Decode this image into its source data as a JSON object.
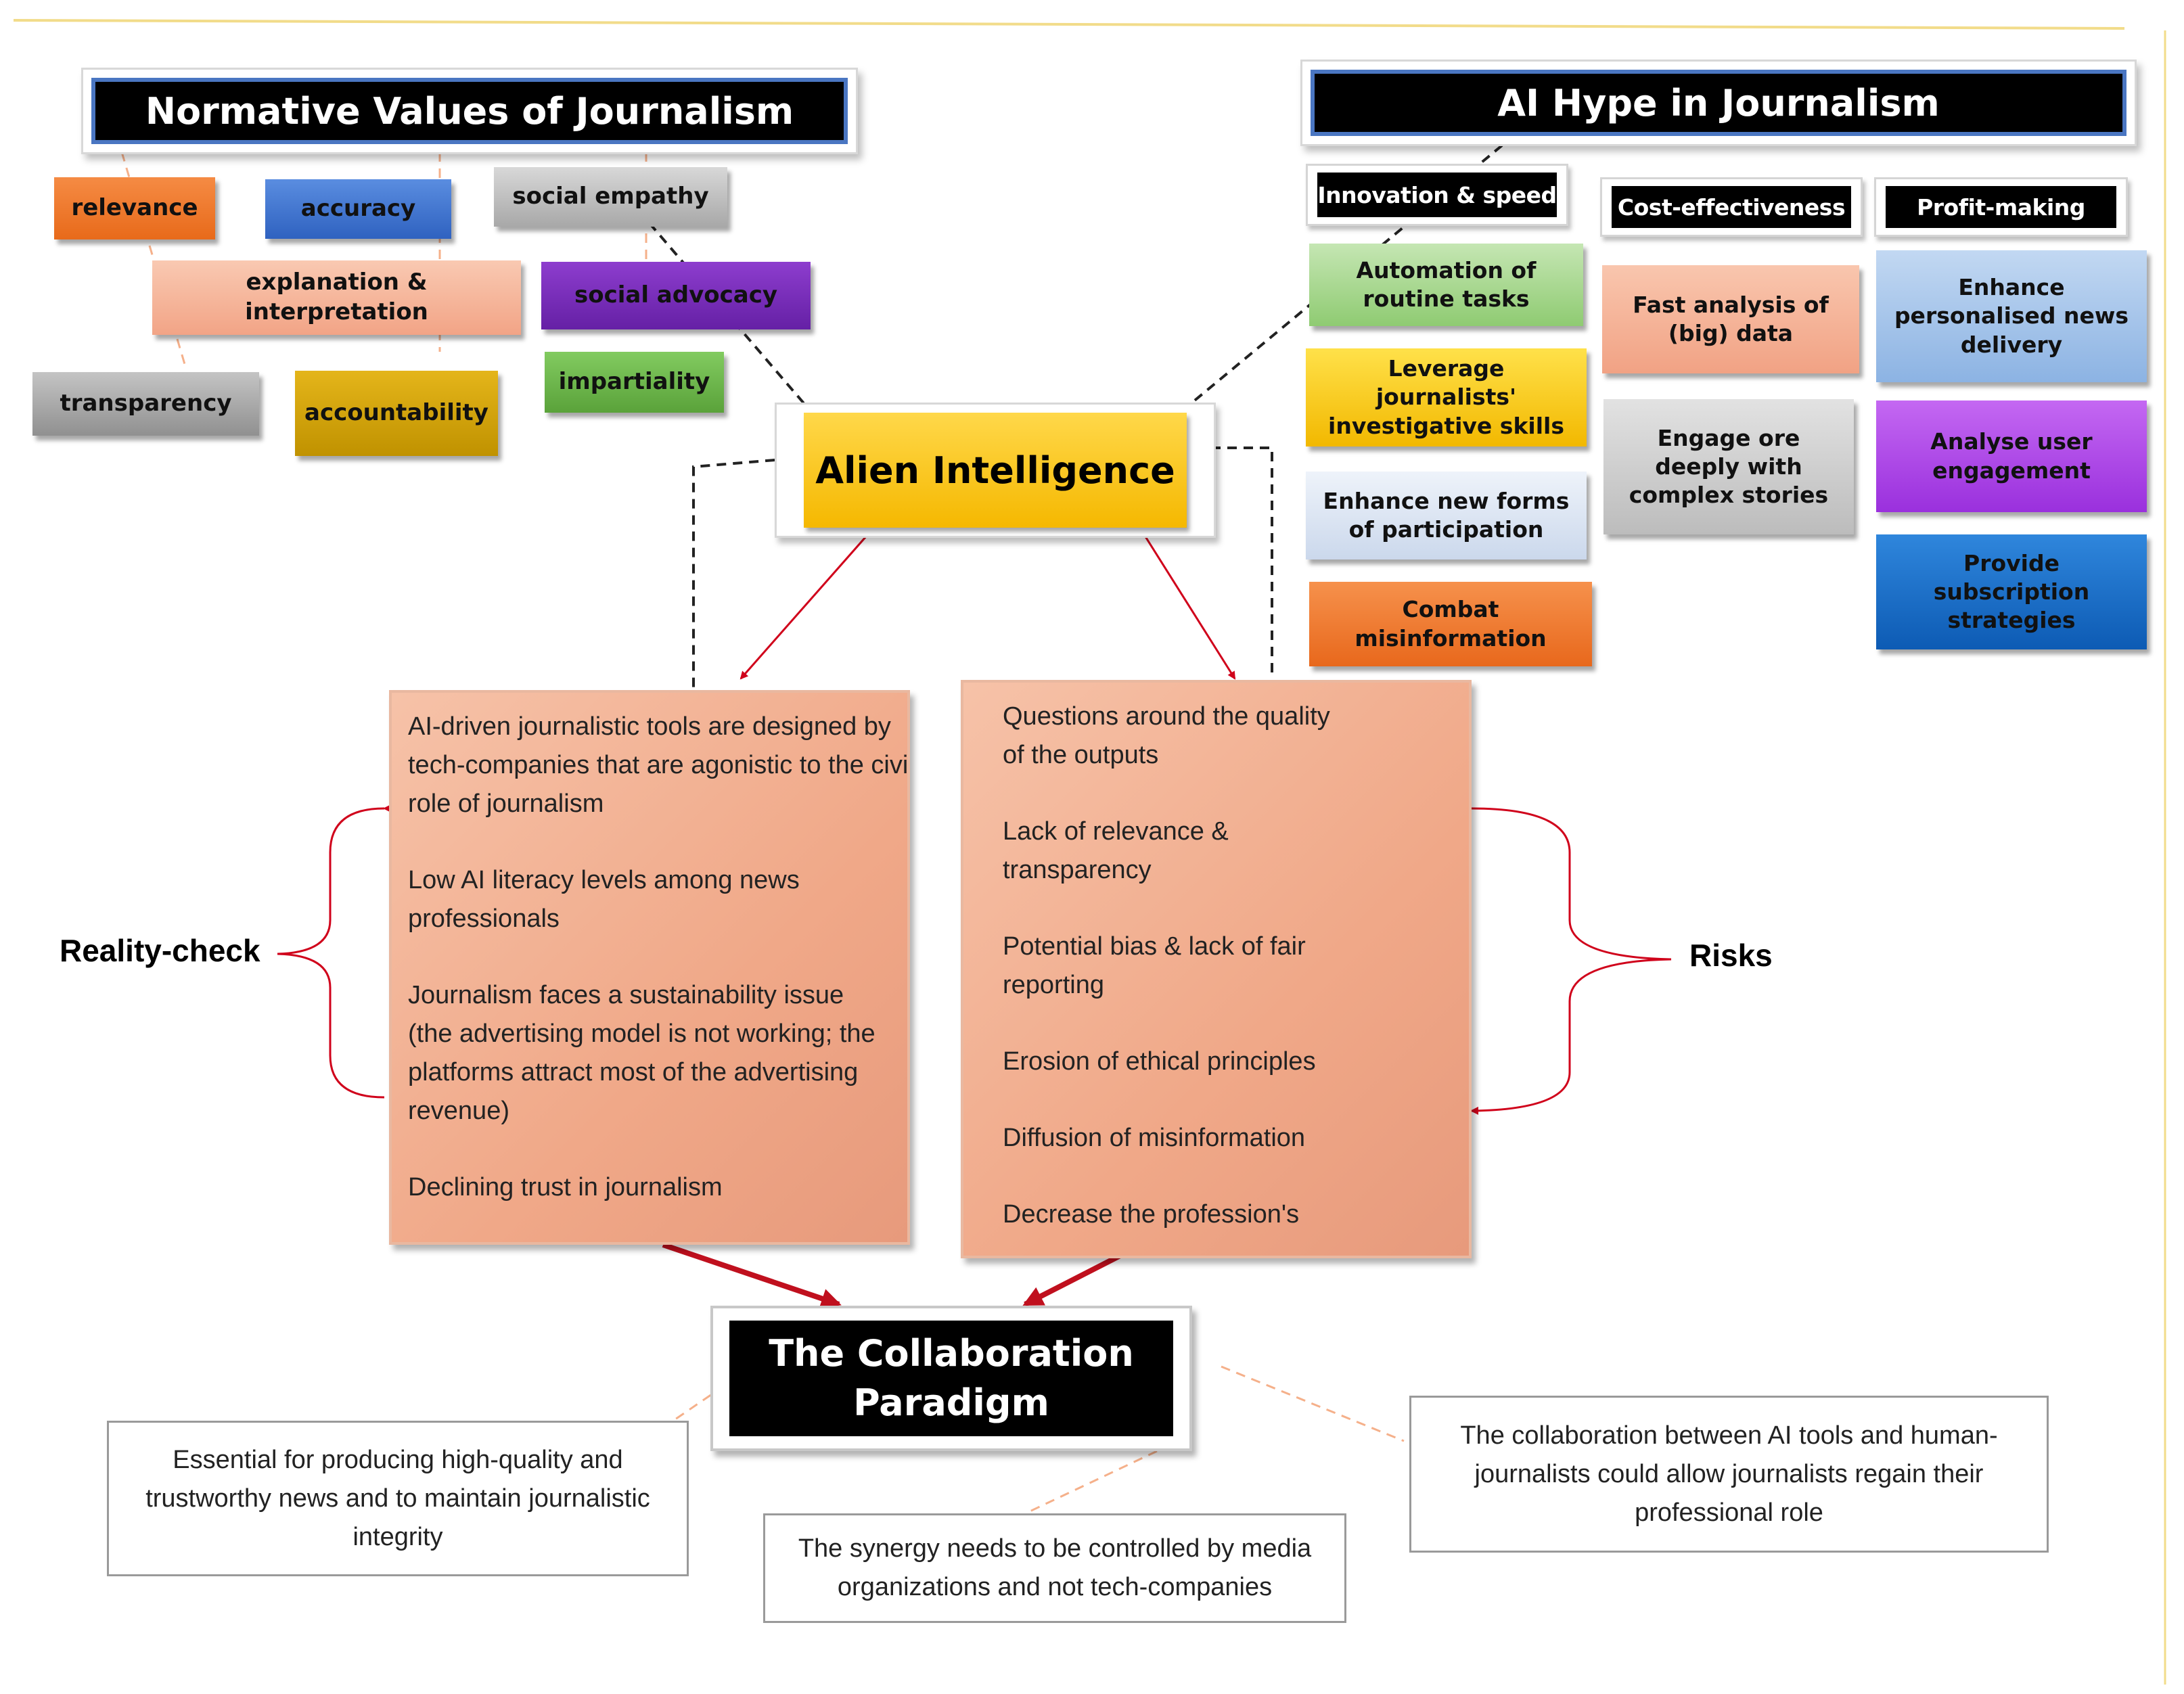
{
  "normative": {
    "title": "Normative Values of Journalism",
    "values": {
      "relevance": "relevance",
      "accuracy": "accuracy",
      "social_empathy": "social empathy",
      "explanation": "explanation & interpretation",
      "social_advocacy": "social advocacy",
      "transparency": "transparency",
      "accountability": "accountability",
      "impartiality": "impartiality"
    },
    "colors": {
      "relevance": "#f07a2c",
      "accuracy": "#3f76d3",
      "social_empathy": "#bfbfbf",
      "explanation": "#f5b59a",
      "social_advocacy": "#7a2fb8",
      "transparency": "#a6a6a6",
      "accountability": "#d4a300",
      "impartiality": "#6fb94c"
    }
  },
  "hype": {
    "title": "AI Hype in Journalism",
    "categories": {
      "innovation": "Innovation & speed",
      "cost": "Cost-effectiveness",
      "profit": "Profit-making"
    },
    "items": {
      "automation": "Automation of routine tasks",
      "leverage": "Leverage journalists' investigative skills",
      "participation": "Enhance new forms of participation",
      "misinformation": "Combat misinformation",
      "fast_analysis": "Fast analysis of (big) data",
      "engage": "Engage ore deeply with complex stories",
      "personalised": "Enhance personalised news delivery",
      "analyse": "Analyse user engagement",
      "subscription": "Provide  subscription strategies"
    },
    "colors": {
      "automation": "#a8d890",
      "leverage": "#ffd000",
      "participation": "#dbe5f3",
      "misinformation": "#f07a2c",
      "fast_analysis": "#f5b59a",
      "engage": "#d0d0d0",
      "personalised": "#a9c7ec",
      "analyse": "#b04de8",
      "subscription": "#1f6fc9"
    }
  },
  "center": {
    "title": "Alien Intelligence"
  },
  "reality": {
    "label": "Reality-check",
    "items": [
      "AI-driven journalistic tools are designed by tech-companies that are agonistic to the civic role of journalism",
      "Low AI literacy levels among news professionals",
      "Journalism faces a sustainability issue (the advertising model is not working; the platforms attract most of the advertising revenue)",
      "Declining trust in journalism"
    ]
  },
  "risks": {
    "label": "Risks",
    "items": [
      "Questions around the quality of the outputs",
      "Lack of relevance & transparency",
      "Potential bias & lack of fair reporting",
      "Erosion of ethical principles",
      "Diffusion of misinformation",
      "Decrease the profession's"
    ]
  },
  "collab": {
    "line1": "The Collaboration",
    "line2": "Paradigm",
    "notes": {
      "left": "Essential for producing high-quality and trustworthy news and to maintain journalistic integrity",
      "middle": "The synergy needs to be controlled by media organizations and not tech-companies",
      "right": "The collaboration between AI tools and human-journalists could allow journalists regain their professional role"
    }
  }
}
